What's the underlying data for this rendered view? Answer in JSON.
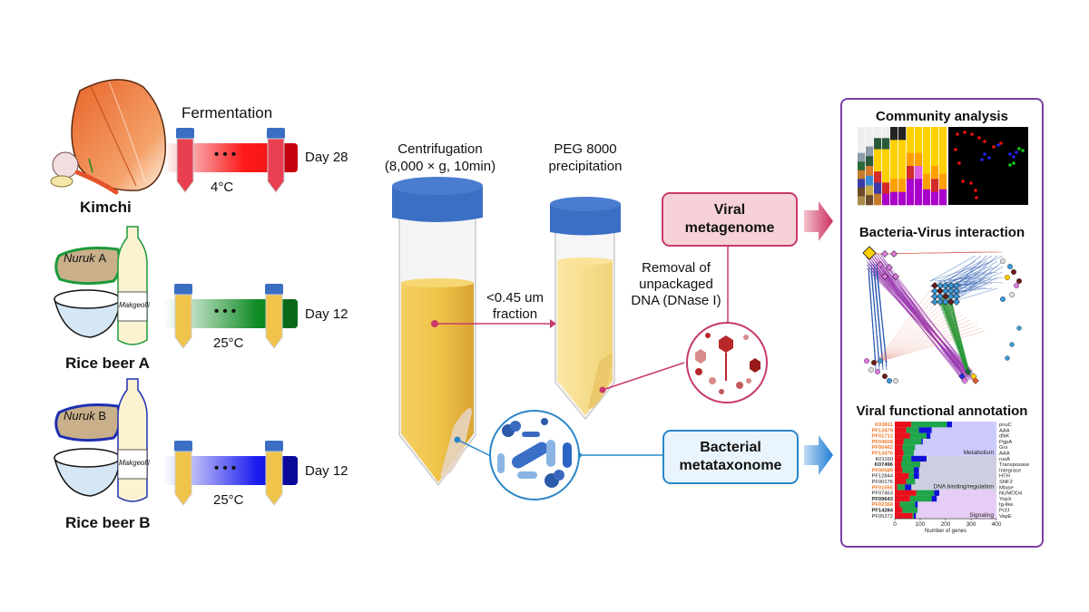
{
  "samples": [
    {
      "name": "Kimchi",
      "temperature": "4°C",
      "duration": "Day 28",
      "color": "#e8101a",
      "liquid": "red"
    },
    {
      "name": "Rice beer A",
      "nuruk": "Nuruk",
      "nuruk_suffix": "A",
      "bottle_label": "Makgeolli",
      "temperature": "25°C",
      "duration": "Day 12",
      "color": "#0a7a1a",
      "liquid": "yellow"
    },
    {
      "name": "Rice beer B",
      "nuruk": "Nuruk",
      "nuruk_suffix": "B",
      "bottle_label": "Makgeolli",
      "temperature": "25°C",
      "duration": "Day 12",
      "color": "#1010b0",
      "liquid": "yellow"
    }
  ],
  "fermentation_label": "Fermentation",
  "ellipsis": "• • •",
  "steps": {
    "centrifugation": "Centrifugation",
    "centrifugation_params": "(8,000 × g, 10min)",
    "peg": "PEG 8000",
    "peg_sub": "precipitation",
    "filter_line1": "<0.45 um",
    "filter_line2": "fraction",
    "dnase_line1": "Removal of",
    "dnase_line2": "unpackaged",
    "dnase_line3": "DNA (DNase I)"
  },
  "outputs": {
    "viral_line1": "Viral",
    "viral_line2": "metagenome",
    "bact_line1": "Bacterial",
    "bact_line2": "metataxonome"
  },
  "colors": {
    "viral": "#c73a6a",
    "bacterial": "#2a86c9",
    "panel_border": "#7b3fa6",
    "tube_cap": "#3b6fc4",
    "supernatant": "#f0c44a"
  },
  "panel": {
    "community_title": "Community analysis",
    "interaction_title": "Bacteria-Virus interaction",
    "annotation_title": "Viral functional annotation"
  },
  "chart_data": {
    "type": "bar",
    "orientation": "horizontal-stacked",
    "title": "Viral functional annotation",
    "xlabel": "Number of genes",
    "xlim": [
      0,
      400
    ],
    "xticks": [
      "0",
      "100",
      "200",
      "300",
      "400"
    ],
    "categories": [
      "K03811",
      "PF13479",
      "PF01712",
      "PF04608",
      "PF00462",
      "PF13476",
      "K01160",
      "K07496",
      "PF00589",
      "PF12844",
      "PF00176",
      "PF01555",
      "PF07463",
      "PF09643",
      "PF02368",
      "PF14284",
      "PF05272"
    ],
    "category_styles": [
      "orange",
      "orange",
      "orange",
      "orange",
      "orange",
      "orange",
      "black",
      "black-bold",
      "orange",
      "black",
      "black",
      "orange",
      "black",
      "black-bold",
      "orange",
      "black-bold",
      "black"
    ],
    "right_labels": [
      "pnuC",
      "AAA",
      "dNK",
      "PgpA",
      "Grx",
      "AAA",
      "rusA",
      "Transposase",
      "Integrase",
      "HTH",
      "SNF2",
      "Mtase",
      "NUMOD4",
      "YopX",
      "Ig-like",
      "PcfJ",
      "VapE"
    ],
    "series": [
      {
        "name": "red",
        "color": "#e8101a",
        "values": [
          65,
          45,
          60,
          35,
          30,
          35,
          30,
          25,
          30,
          55,
          45,
          10,
          85,
          60,
          20,
          30,
          70
        ]
      },
      {
        "name": "green",
        "color": "#1fa64a",
        "values": [
          140,
          50,
          65,
          70,
          50,
          40,
          35,
          75,
          45,
          20,
          35,
          30,
          70,
          85,
          60,
          60,
          5
        ]
      },
      {
        "name": "blue",
        "color": "#1010d8",
        "values": [
          20,
          50,
          15,
          5,
          0,
          0,
          60,
          0,
          20,
          20,
          0,
          25,
          20,
          20,
          10,
          0,
          8
        ]
      }
    ],
    "groups": [
      {
        "name": "Metabolism",
        "rows": [
          0,
          5
        ],
        "color": "#cccafb"
      },
      {
        "name": "DNA binding/regulation",
        "rows": [
          6,
          11
        ],
        "color": "#cdcfe0"
      },
      {
        "name": "Signaling",
        "rows": [
          12,
          16
        ],
        "color": "#e6cdf5"
      }
    ]
  }
}
